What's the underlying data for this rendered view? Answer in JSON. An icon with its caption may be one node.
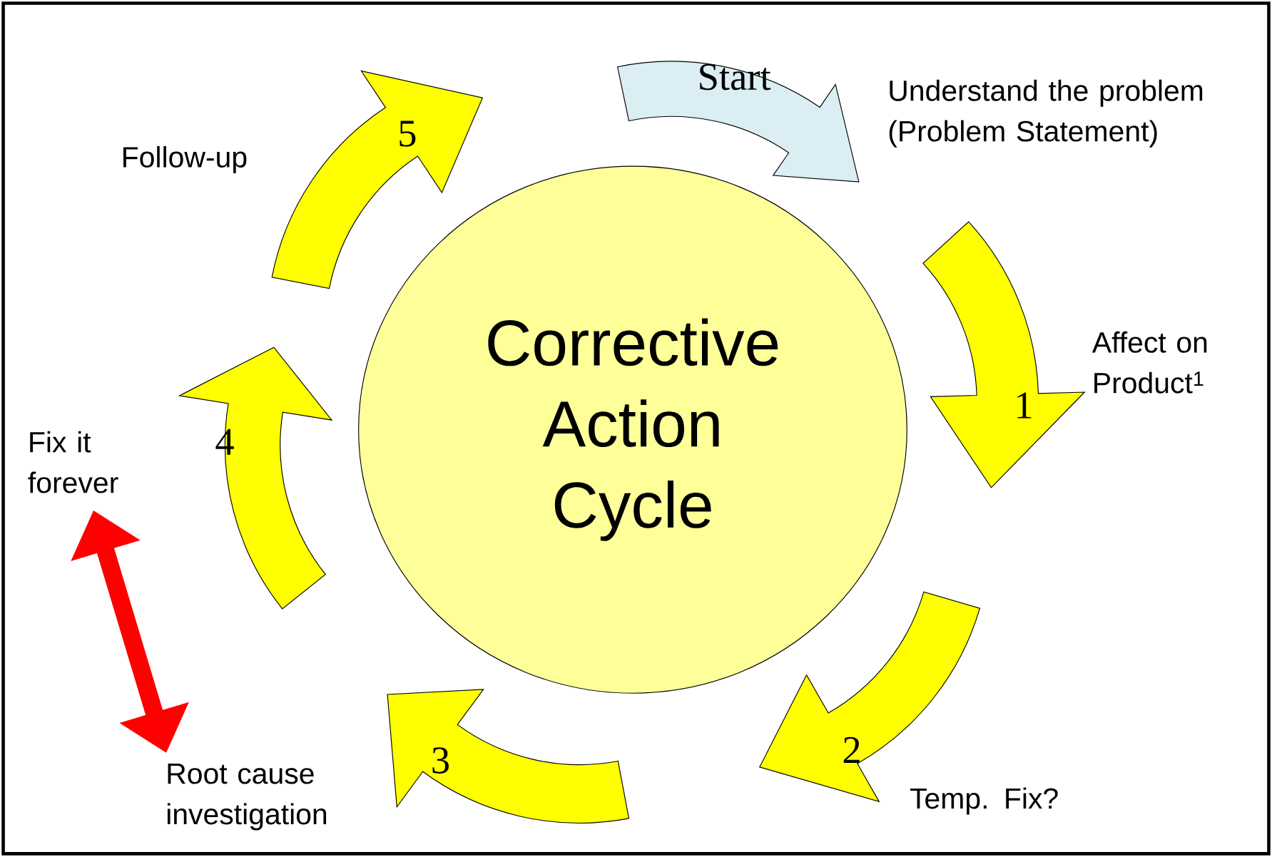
{
  "diagram": {
    "nodes": [
      {
        "text": [
          "Corrective Action Cycle"
        ]
      },
      {
        "text": [
          "Start"
        ]
      },
      {
        "text": [
          "Understand the problem (Problem Statement)"
        ]
      },
      {
        "text": [
          "1"
        ]
      },
      {
        "text": [
          "Affect on Product$^{1}$"
        ]
      },
      {
        "text": [
          "2"
        ]
      },
      {
        "text": [
          "Temp. Fix?"
        ]
      },
      {
        "text": [
          "3"
        ]
      },
      {
        "text": [
          "Root cause investigation"
        ]
      },
      {
        "text": [
          "4"
        ]
      },
      {
        "text": [
          "Fix it forever"
        ]
      },
      {
        "text": [
          "5"
        ]
      },
      {
        "text": [
          "Follow-up"
        ]
      }
    ],
    "edges": [
      {
        "from": 10,
        "to": 8,
        "arrow": "both",
        "color": "#ff0000"
      }
    ]
  }
}
